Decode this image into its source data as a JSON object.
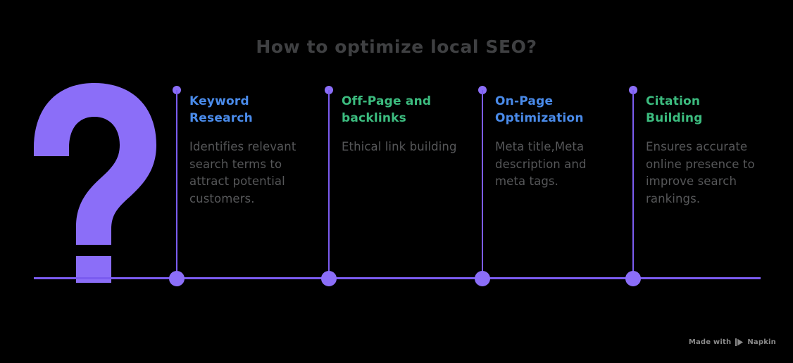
{
  "title": "How to optimize local SEO?",
  "colors": {
    "background": "#000000",
    "title_text": "#3f4042",
    "body_text": "#565759",
    "accent_purple": "#8b6ef8",
    "line_purple": "#7b5cf0",
    "heading_blue": "#4a8bea",
    "heading_green": "#3cbc7f",
    "watermark_text": "#8a8a8a"
  },
  "question_mark": {
    "icon": "question-mark-icon",
    "color": "#8b6ef8"
  },
  "steps": [
    {
      "heading": "Keyword Research",
      "heading_color": "blue",
      "body": "Identifies relevant search terms to attract potential customers.",
      "marker_top_icon": "dot-marker-small",
      "marker_bottom_icon": "dot-marker-large"
    },
    {
      "heading": "Off-Page and backlinks",
      "heading_color": "green",
      "body": "Ethical link building",
      "marker_top_icon": "dot-marker-small",
      "marker_bottom_icon": "dot-marker-large"
    },
    {
      "heading": "On-Page Optimization",
      "heading_color": "blue",
      "body": "Meta title,Meta description and meta tags.",
      "marker_top_icon": "dot-marker-small",
      "marker_bottom_icon": "dot-marker-large"
    },
    {
      "heading": "Citation Building",
      "heading_color": "green",
      "body": "Ensures accurate online presence to improve search rankings.",
      "marker_top_icon": "dot-marker-small",
      "marker_bottom_icon": "dot-marker-large"
    }
  ],
  "watermark": {
    "text_before": "Made with",
    "logo_icon": "napkin-play-logo-icon",
    "brand": "Napkin"
  }
}
